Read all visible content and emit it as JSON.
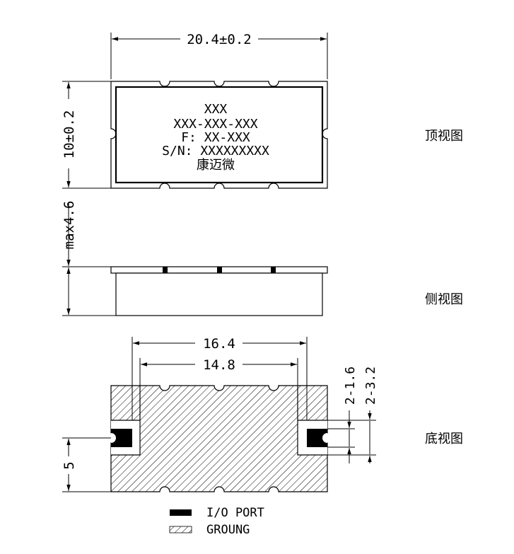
{
  "top_view": {
    "width_dim": "20.4±0.2",
    "height_dim": "10±0.2",
    "marking": {
      "line1": "XXX",
      "line2": "XXX-XXX-XXX",
      "line3": "F: XX-XXX",
      "line4": "S/N: XXXXXXXXX",
      "line5": "康迈微"
    },
    "caption": "顶视图"
  },
  "side_view": {
    "height_dim": "max4.6",
    "caption": "侧视图"
  },
  "bottom_view": {
    "dim_outer": "16.4",
    "dim_inner": "14.8",
    "dim_pad_small": "2-1.6",
    "dim_pad_large": "2-3.2",
    "dim_offset": "5",
    "caption": "底视图"
  },
  "legend": {
    "io_port": "I/O  PORT",
    "ground": "GROUNG"
  }
}
